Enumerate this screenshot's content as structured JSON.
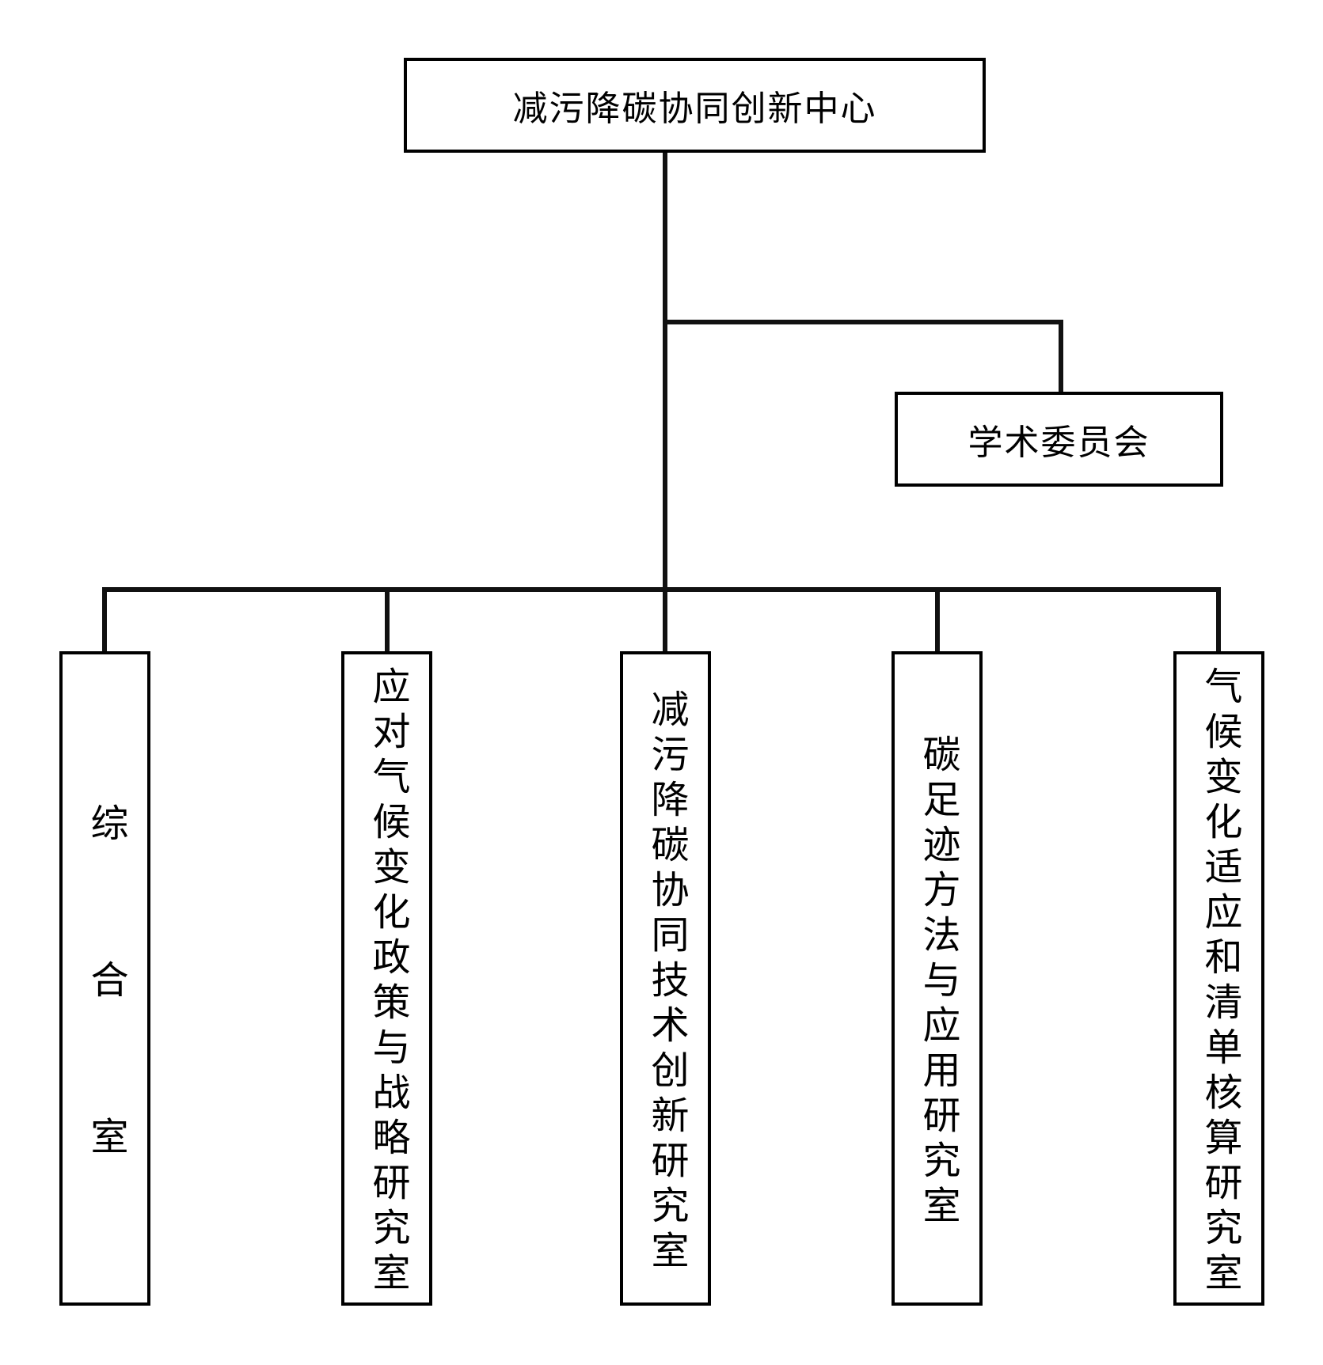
{
  "org_chart": {
    "root": {
      "label": "减污降碳协同创新中心"
    },
    "committee": {
      "label": "学术委员会"
    },
    "departments": [
      {
        "label": "综合室"
      },
      {
        "label": "应对气候变化政策与战略研究室"
      },
      {
        "label": "减污降碳协同技术创新研究室"
      },
      {
        "label": "碳足迹方法与应用研究室"
      },
      {
        "label": "气候变化适应和清单核算研究室"
      }
    ],
    "colors": {
      "line": "#111111",
      "border": "#000000",
      "text": "#000000",
      "background": "#ffffff"
    }
  }
}
